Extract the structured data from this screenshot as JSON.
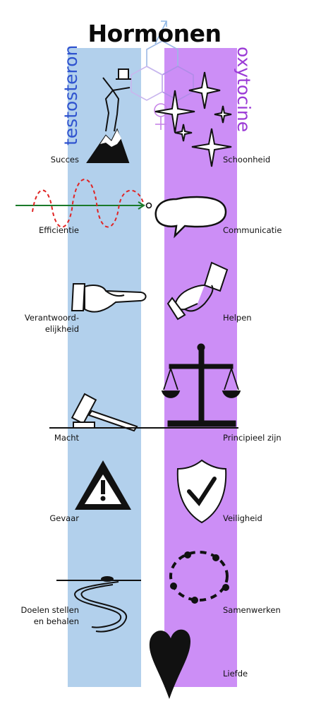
{
  "title": "Hormonen",
  "left_column": {
    "label": "testosteron",
    "color": "#b2d0ec",
    "text_color": "#2f53cf",
    "items": [
      {
        "label": "Succes",
        "icon": "mountain-flag-icon"
      },
      {
        "label": "Efficientie",
        "icon": "arrow-path-icon"
      },
      {
        "label": "Verantwoord-\nelijkheid",
        "icon": "open-hand-icon"
      },
      {
        "label": "Macht",
        "icon": "gavel-icon"
      },
      {
        "label": "Gevaar",
        "icon": "warning-triangle-icon"
      },
      {
        "label": "Doelen stellen\nen behalen",
        "icon": "winding-road-icon"
      }
    ]
  },
  "right_column": {
    "label": "oxytocine",
    "color": "#cc8ef6",
    "text_color": "#9b3ad6",
    "items": [
      {
        "label": "Schoonheid",
        "icon": "sparkles-icon"
      },
      {
        "label": "Communicatie",
        "icon": "speech-bubble-icon"
      },
      {
        "label": "Helpen",
        "icon": "handshake-icon"
      },
      {
        "label": "Principieel zijn",
        "icon": "balance-scale-icon"
      },
      {
        "label": "Veiligheid",
        "icon": "shield-check-icon"
      },
      {
        "label": "Samenwerken",
        "icon": "dotted-circle-icon"
      },
      {
        "label": "Liefde",
        "icon": "heart-icon"
      }
    ]
  }
}
